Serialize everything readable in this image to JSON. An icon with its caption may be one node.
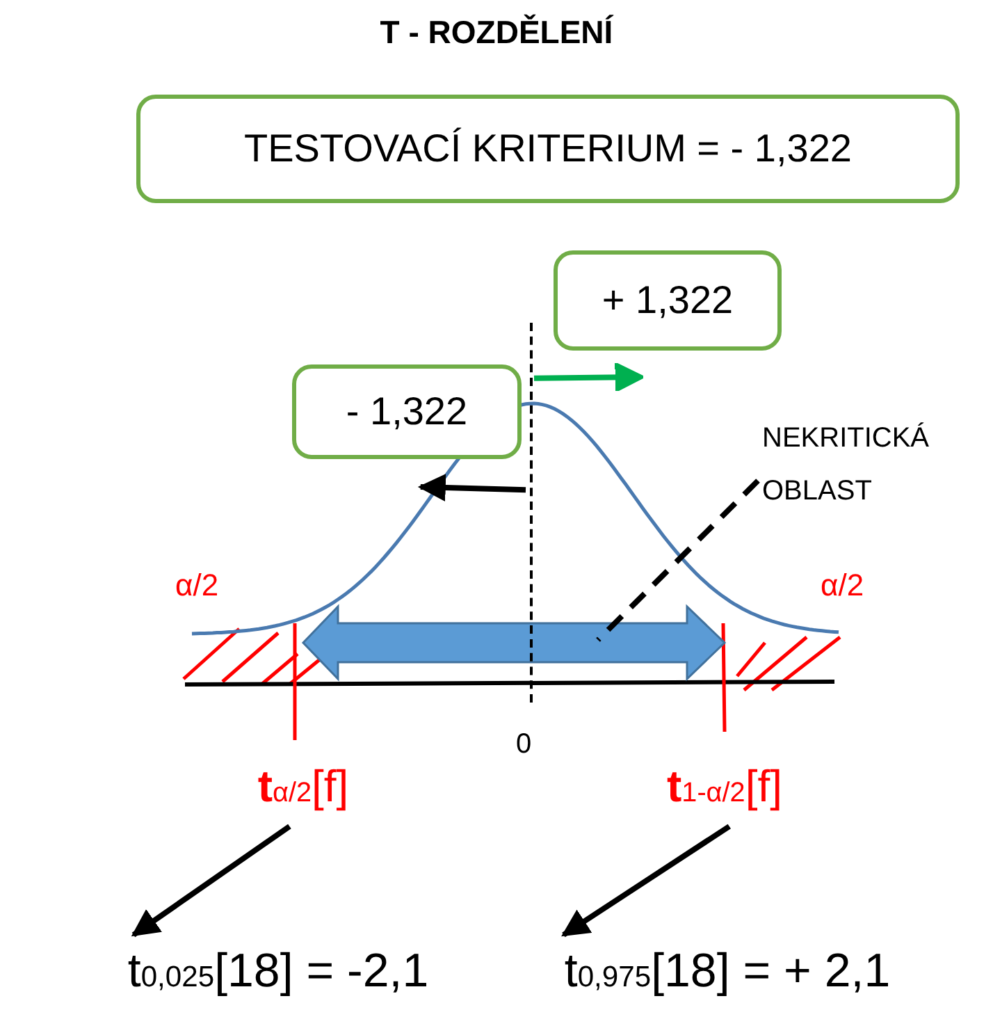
{
  "diagram": {
    "title": "T - ROZDĚLENÍ",
    "nodes": [
      {
        "text": [
          "TESTOVACÍ KRITERIUM = - 1,322"
        ]
      },
      {
        "text": [
          "+ 1,322"
        ]
      },
      {
        "text": [
          "- 1,322"
        ]
      },
      {
        "text": [
          "t$_{α/2}$[f]"
        ]
      },
      {
        "text": [
          "t$_{1-α/2}$[f]"
        ]
      },
      {
        "text": [
          "t$_{0,025}$[18] = -2,1"
        ]
      },
      {
        "text": [
          "t$_{0,975}$[18] = + 2,1"
        ]
      },
      {
        "text": [
          "NEKRITICKÁ OBLAST"
        ]
      },
      {
        "text": [],
        "shape": "line"
      }
    ],
    "edges": [
      {
        "from": 3,
        "to": 5,
        "arrow": "to"
      },
      {
        "from": 4,
        "to": 6,
        "arrow": "to"
      },
      {
        "from": 7,
        "to": null,
        "arrow": "none",
        "style": "dashed"
      },
      {
        "from": 8,
        "to": 1,
        "arrow": "to",
        "color": "#00b050"
      },
      {
        "from": 8,
        "to": 2,
        "arrow": "to"
      }
    ],
    "labels": [
      "α/2",
      "α/2",
      "0"
    ]
  }
}
